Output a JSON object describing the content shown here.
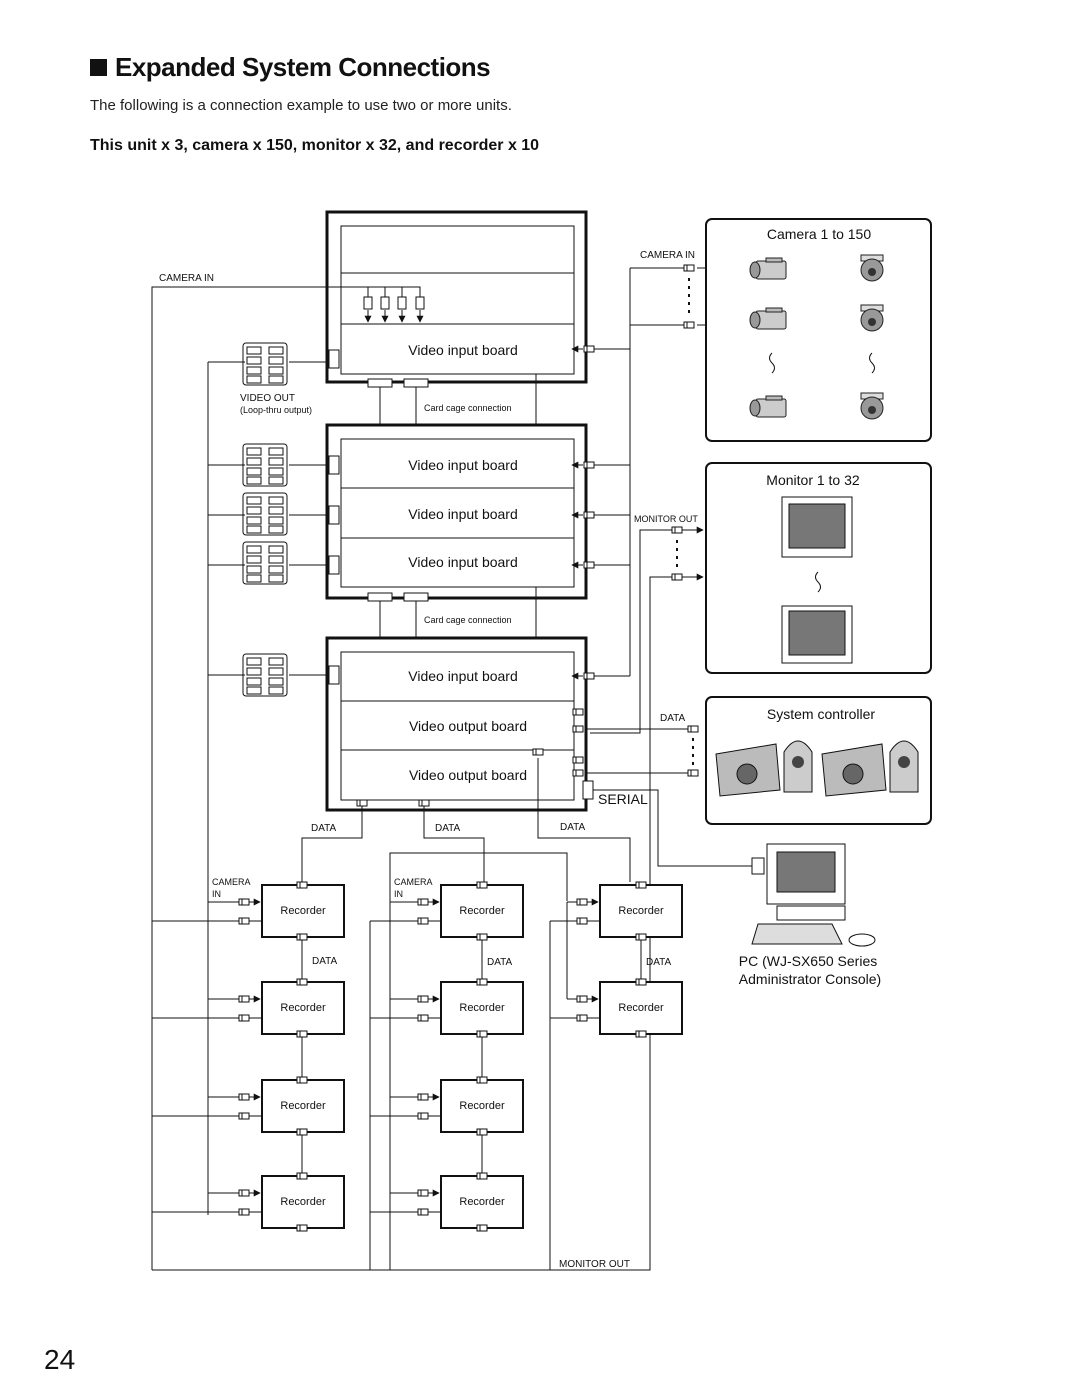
{
  "page": {
    "title": "Expanded System Connections",
    "intro": "The following is a connection example to use two or more units.",
    "subtitle": "This unit x 3, camera x 150, monitor x 32, and recorder x 10",
    "page_number": "24"
  },
  "units": {
    "unit1": {
      "boards": [
        "Video input board"
      ]
    },
    "unit2": {
      "boards": [
        "Video input board",
        "Video input board",
        "Video input board"
      ]
    },
    "unit3": {
      "boards": [
        "Video input board",
        "Video output board",
        "Video output board"
      ]
    }
  },
  "labels": {
    "camera_in": "CAMERA IN",
    "video_out": "VIDEO OUT",
    "loop_thru": "(Loop-thru output)",
    "card_cage": "Card cage connection",
    "monitor_out": "MONITOR OUT",
    "data": "DATA",
    "serial": "SERIAL",
    "camera": "CAMERA",
    "in": "IN",
    "recorder": "Recorder"
  },
  "devices": {
    "cameras": "Camera 1 to 150",
    "monitors": "Monitor 1 to 32",
    "controller": "System controller",
    "pc_line1": "PC (WJ-SX650 Series",
    "pc_line2": "Administrator Console)"
  },
  "icons": [
    "box-camera-icon",
    "dome-camera-icon",
    "monitor-icon",
    "controller-keyboard-icon",
    "joystick-icon",
    "pc-icon",
    "bnc-connector-icon",
    "arrow-icon"
  ]
}
